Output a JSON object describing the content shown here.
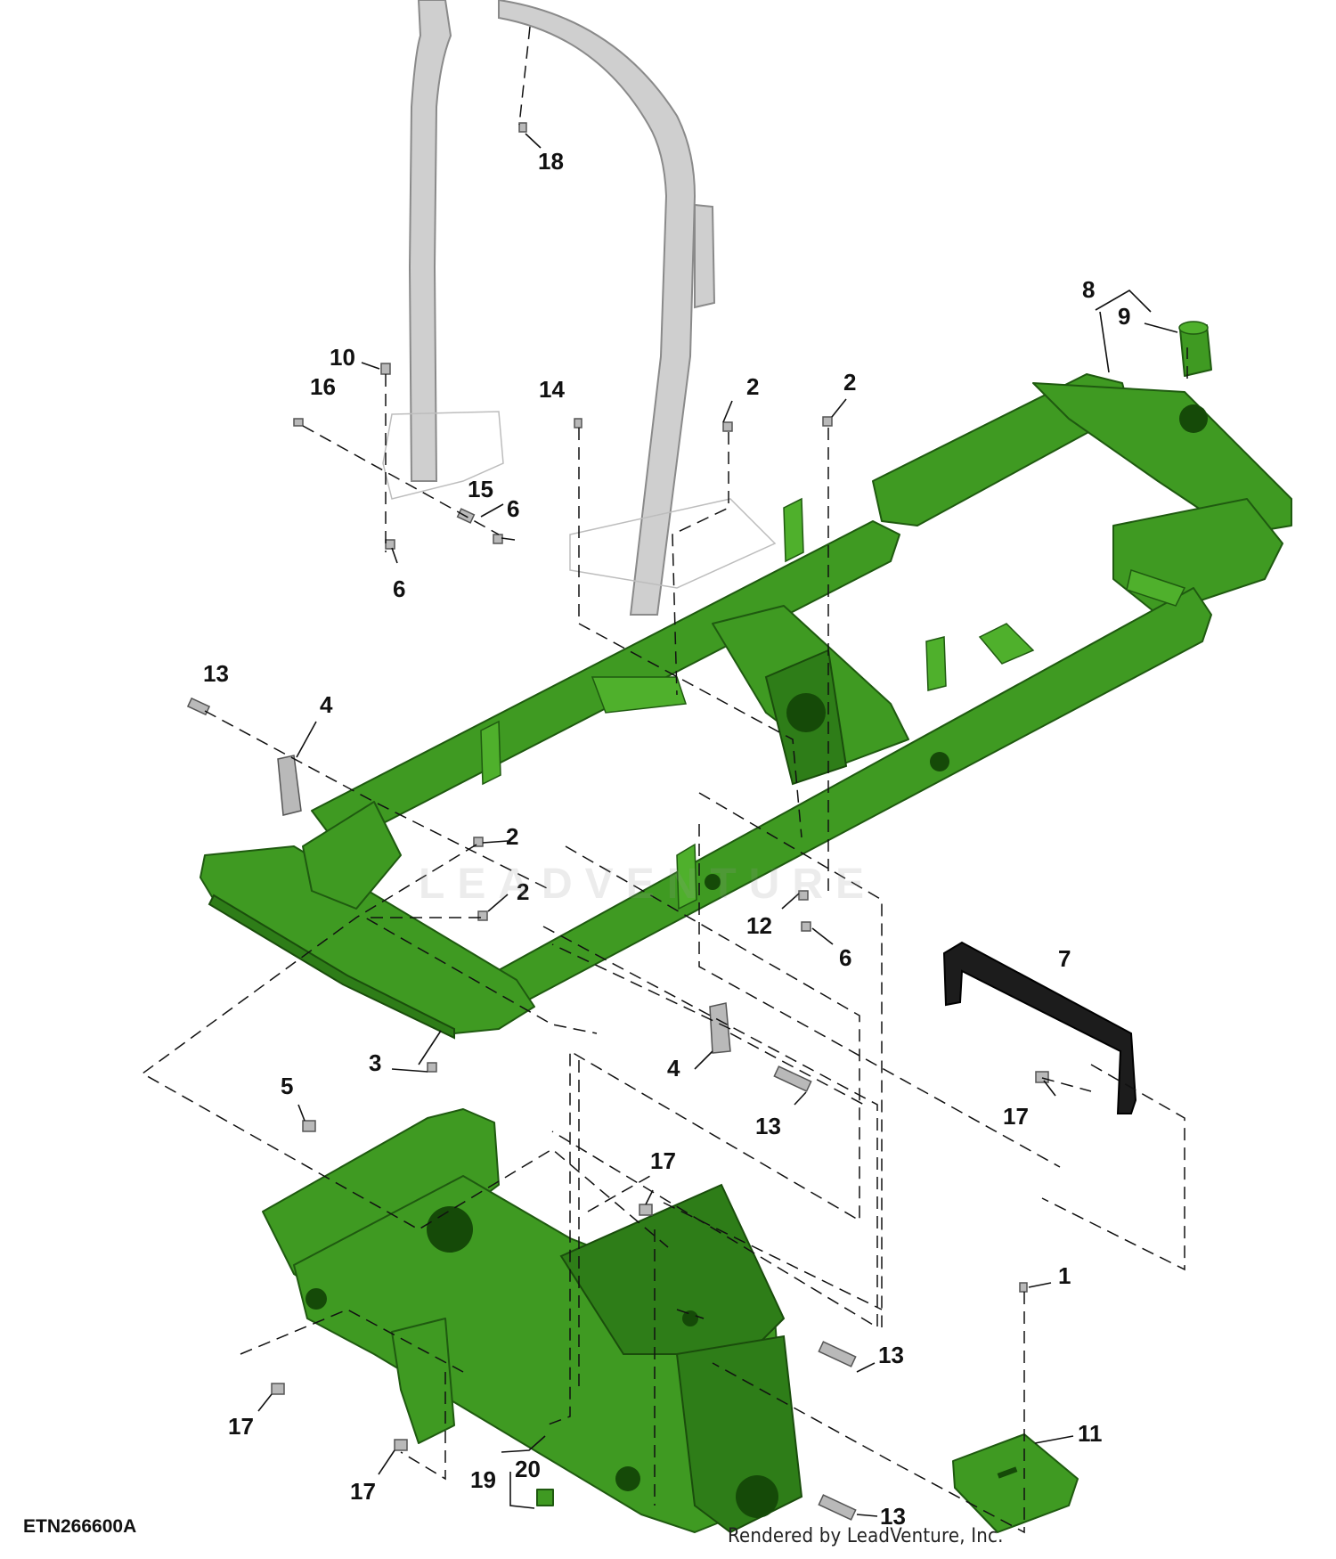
{
  "diagram": {
    "document_id": "ETN266600A",
    "credit": "Rendered by LeadVenture, Inc.",
    "watermark": "LEADVENTURE",
    "callouts": [
      {
        "id": "c18",
        "label": "18"
      },
      {
        "id": "c8",
        "label": "8"
      },
      {
        "id": "c9",
        "label": "9"
      },
      {
        "id": "c10",
        "label": "10"
      },
      {
        "id": "c16",
        "label": "16"
      },
      {
        "id": "c14",
        "label": "14"
      },
      {
        "id": "c2a",
        "label": "2"
      },
      {
        "id": "c2b",
        "label": "2"
      },
      {
        "id": "c15",
        "label": "15"
      },
      {
        "id": "c6a",
        "label": "6"
      },
      {
        "id": "c6b",
        "label": "6"
      },
      {
        "id": "c13a",
        "label": "13"
      },
      {
        "id": "c4a",
        "label": "4"
      },
      {
        "id": "c2c",
        "label": "2"
      },
      {
        "id": "c2d",
        "label": "2"
      },
      {
        "id": "c12",
        "label": "12"
      },
      {
        "id": "c6c",
        "label": "6"
      },
      {
        "id": "c7",
        "label": "7"
      },
      {
        "id": "c3",
        "label": "3"
      },
      {
        "id": "c4b",
        "label": "4"
      },
      {
        "id": "c5",
        "label": "5"
      },
      {
        "id": "c13b",
        "label": "13"
      },
      {
        "id": "c17a",
        "label": "17"
      },
      {
        "id": "c17b",
        "label": "17"
      },
      {
        "id": "c1",
        "label": "1"
      },
      {
        "id": "c13c",
        "label": "13"
      },
      {
        "id": "c11",
        "label": "11"
      },
      {
        "id": "c17c",
        "label": "17"
      },
      {
        "id": "c19",
        "label": "19"
      },
      {
        "id": "c20",
        "label": "20"
      },
      {
        "id": "c17d",
        "label": "17"
      },
      {
        "id": "c13d",
        "label": "13"
      }
    ]
  }
}
